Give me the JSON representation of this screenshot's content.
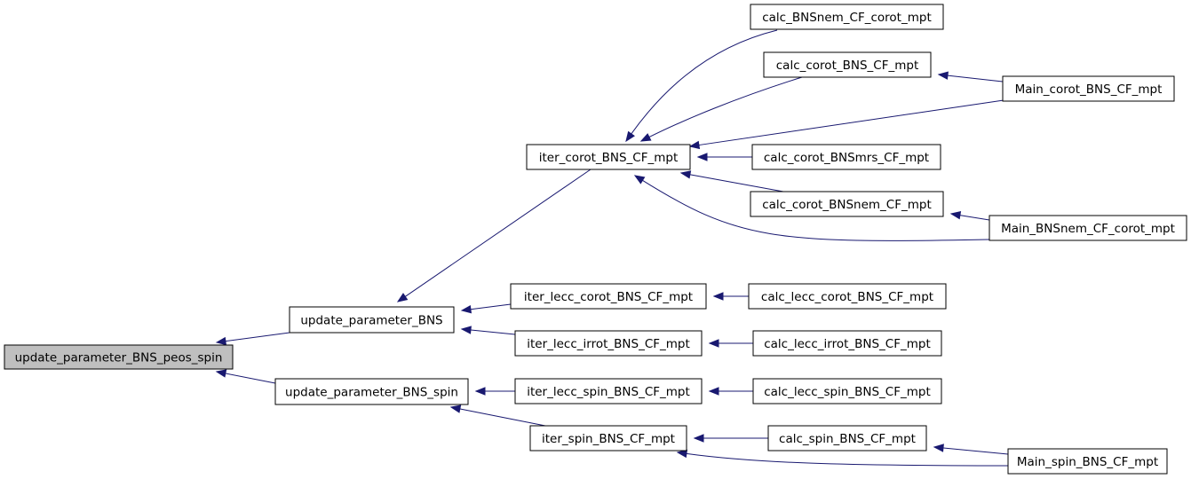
{
  "nodes": {
    "root": "update_parameter_BNS_peos_spin",
    "upd_bns": "update_parameter_BNS",
    "upd_spin": "update_parameter_BNS_spin",
    "iter_corot": "iter_corot_BNS_CF_mpt",
    "iter_lecc_corot": "iter_lecc_corot_BNS_CF_mpt",
    "iter_lecc_irrot": "iter_lecc_irrot_BNS_CF_mpt",
    "iter_lecc_spin": "iter_lecc_spin_BNS_CF_mpt",
    "iter_spin": "iter_spin_BNS_CF_mpt",
    "calc_bnsnem_corot": "calc_BNSnem_CF_corot_mpt",
    "calc_corot": "calc_corot_BNS_CF_mpt",
    "calc_corot_bnsmrs": "calc_corot_BNSmrs_CF_mpt",
    "calc_corot_bnsnem": "calc_corot_BNSnem_CF_mpt",
    "calc_lecc_corot": "calc_lecc_corot_BNS_CF_mpt",
    "calc_lecc_irrot": "calc_lecc_irrot_BNS_CF_mpt",
    "calc_lecc_spin": "calc_lecc_spin_BNS_CF_mpt",
    "calc_spin": "calc_spin_BNS_CF_mpt",
    "main_corot": "Main_corot_BNS_CF_mpt",
    "main_bnsnem": "Main_BNSnem_CF_corot_mpt",
    "main_spin": "Main_spin_BNS_CF_mpt"
  },
  "edges": [
    {
      "from": "upd_bns",
      "to": "root"
    },
    {
      "from": "upd_spin",
      "to": "root"
    },
    {
      "from": "iter_corot",
      "to": "upd_bns"
    },
    {
      "from": "iter_lecc_corot",
      "to": "upd_bns"
    },
    {
      "from": "iter_lecc_irrot",
      "to": "upd_bns"
    },
    {
      "from": "iter_lecc_spin",
      "to": "upd_spin"
    },
    {
      "from": "iter_spin",
      "to": "upd_spin"
    },
    {
      "from": "calc_bnsnem_corot",
      "to": "iter_corot"
    },
    {
      "from": "calc_corot",
      "to": "iter_corot"
    },
    {
      "from": "main_corot",
      "to": "iter_corot"
    },
    {
      "from": "calc_corot_bnsmrs",
      "to": "iter_corot"
    },
    {
      "from": "calc_corot_bnsnem",
      "to": "iter_corot"
    },
    {
      "from": "main_bnsnem",
      "to": "iter_corot"
    },
    {
      "from": "main_corot",
      "to": "calc_corot"
    },
    {
      "from": "main_bnsnem",
      "to": "calc_corot_bnsnem"
    },
    {
      "from": "calc_lecc_corot",
      "to": "iter_lecc_corot"
    },
    {
      "from": "calc_lecc_irrot",
      "to": "iter_lecc_irrot"
    },
    {
      "from": "calc_lecc_spin",
      "to": "iter_lecc_spin"
    },
    {
      "from": "calc_spin",
      "to": "iter_spin"
    },
    {
      "from": "main_spin",
      "to": "iter_spin"
    },
    {
      "from": "main_spin",
      "to": "calc_spin"
    }
  ],
  "colors": {
    "edge": "#191970",
    "root_fill": "#bfbfbf",
    "node_fill": "#ffffff",
    "node_stroke": "#000000"
  }
}
